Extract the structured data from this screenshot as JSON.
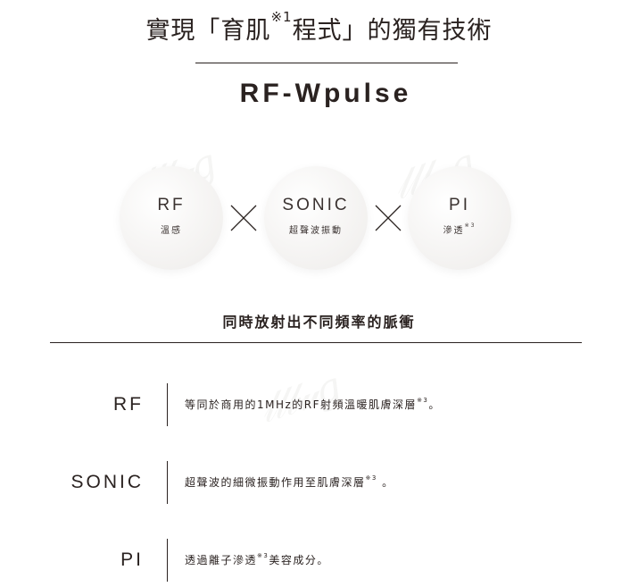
{
  "heading": {
    "before": "實現「育肌",
    "note": "※1",
    "after": "程式」的獨有技術"
  },
  "brand": "RF-Wpulse",
  "circles": [
    {
      "title": "RF",
      "sub": "溫感",
      "note": ""
    },
    {
      "title": "SONIC",
      "sub": "超聲波振動",
      "note": ""
    },
    {
      "title": "PI",
      "sub": "滲透",
      "note": "※3"
    }
  ],
  "subheading": "同時放射出不同頻率的脈衝",
  "rows": [
    {
      "label": "RF",
      "text": "等同於商用的1MHz的RF射頻溫暖肌膚深層",
      "note": "※3",
      "end": "。"
    },
    {
      "label": "SONIC",
      "text": "超聲波的細微振動作用至肌膚深層",
      "note": "※3",
      "end": " 。"
    },
    {
      "label": "PI",
      "text": "透過離子滲透",
      "note": "※3",
      "end": "美容成分。"
    }
  ],
  "colors": {
    "text": "#2a2220",
    "circle": "#f4f3f2",
    "rule": "#2a2220"
  },
  "icons": [
    "times-icon",
    "times-icon"
  ]
}
